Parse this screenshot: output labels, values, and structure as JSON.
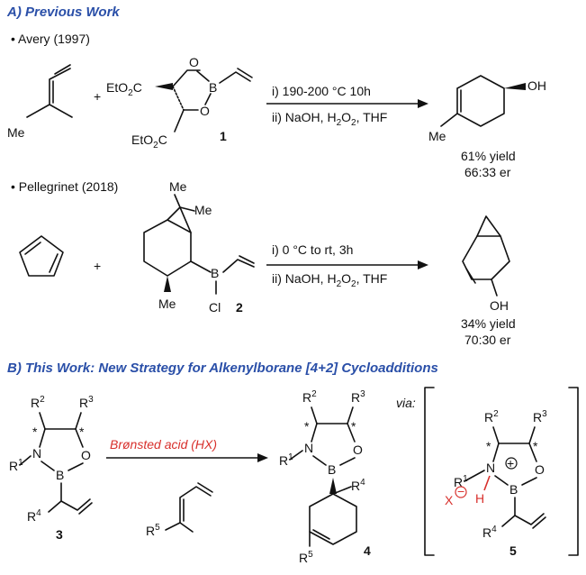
{
  "section_a": {
    "title": "A) Previous Work",
    "entry1": {
      "author": "• Avery (1997)",
      "cond1": "i) 190-200 °C 10h",
      "cond2_pre": "ii) NaOH, H",
      "cond2_mid": "O",
      "cond2_post": ", THF",
      "sub2": "2",
      "compound_number": "1",
      "yield": "61% yield",
      "er": "66:33 er",
      "me": "Me",
      "oh": "OH",
      "ester_a": "EtO",
      "ester_b": "C",
      "sub_ester": "2",
      "o": "O",
      "b": "B",
      "plus": "+"
    },
    "entry2": {
      "author": "• Pellegrinet (2018)",
      "cond1": "i) 0 °C to rt, 3h",
      "cond2_pre": "ii) NaOH, H",
      "cond2_mid": "O",
      "cond2_post": ", THF",
      "sub2": "2",
      "compound_number": "2",
      "yield": "34% yield",
      "er": "70:30 er",
      "me": "Me",
      "cl": "Cl",
      "b": "B",
      "oh": "OH",
      "plus": "+"
    }
  },
  "section_b": {
    "title": "B) This Work: New Strategy for Alkenylborane [4+2] Cycloadditions",
    "reagent": "Brønsted acid (HX)",
    "via": "via:",
    "labels": {
      "r": "R",
      "s1": "1",
      "s2": "2",
      "s3": "3",
      "s4": "4",
      "s5": "5",
      "n": "N",
      "b": "B",
      "o": "O",
      "h": "H",
      "x": "X",
      "star": "*",
      "plus_charge": "+",
      "minus_charge": "−"
    },
    "numbers": {
      "c3": "3",
      "c4": "4",
      "c5": "5"
    }
  }
}
